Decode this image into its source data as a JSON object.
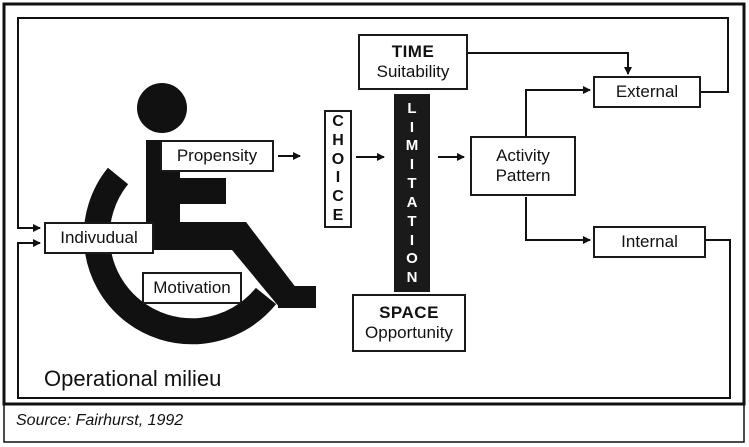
{
  "diagram": {
    "time_box": {
      "title": "TIME",
      "subtitle": "Suitability"
    },
    "space_box": {
      "title": "SPACE",
      "subtitle": "Opportunity"
    },
    "limitation_letters": [
      "L",
      "I",
      "M",
      "I",
      "T",
      "A",
      "T",
      "I",
      "O",
      "N"
    ],
    "choice_letters": [
      "C",
      "H",
      "O",
      "I",
      "C",
      "E"
    ],
    "propensity_label": "Propensity",
    "individual_label": "Indivudual",
    "motivation_label": "Motivation",
    "activity_label_line1": "Activity",
    "activity_label_line2": "Pattern",
    "external_label": "External",
    "internal_label": "Internal",
    "milieu_label": "Operational milieu",
    "source_caption": "Source: Fairhurst, 1992"
  },
  "icons": [
    "wheelchair-symbol-icon"
  ],
  "colors": {
    "ink": "#111111",
    "bar": "#1a1a1a",
    "bar_text": "#ffffff"
  }
}
